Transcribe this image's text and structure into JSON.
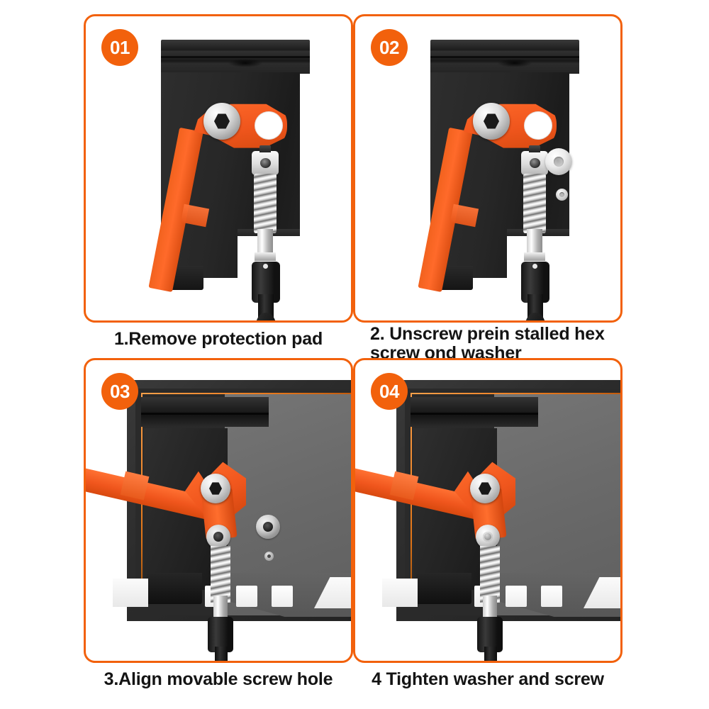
{
  "page": {
    "background_color": "#FFFFFF",
    "accent_color": "#F2610C",
    "arm_color": "#F0561D",
    "text_color": "#141414",
    "layout": "2x2 instruction grid"
  },
  "steps": [
    {
      "badge": "01",
      "caption": "1.Remove protection pad",
      "artwork": {
        "name": "tv-mount-bracket-with-protection-pad",
        "parts": [
          "top-rail",
          "back-plate",
          "orange-lever-arm",
          "pivot-bolt",
          "spring-assembly",
          "pull-tab"
        ]
      }
    },
    {
      "badge": "02",
      "caption": "2. Unscrew prein stalled hex\nscrew ond washer",
      "artwork": {
        "name": "bracket-with-removed-hex-screw-and-washer",
        "parts": [
          "top-rail",
          "back-plate",
          "orange-lever-arm",
          "pivot-bolt",
          "spring-assembly",
          "loose-washer",
          "loose-small-screw"
        ]
      }
    },
    {
      "badge": "03",
      "caption": "3.Align movable screw hole",
      "artwork": {
        "name": "tv-back-with-arm-aligned-to-vesa-hole",
        "parts": [
          "tv-back-panel",
          "orange-lever-arm",
          "pivot-bolt",
          "open-lower-pivot-hole",
          "vesa-mount-hole",
          "small-screw-hole",
          "spring-assembly",
          "spacer-pads"
        ]
      }
    },
    {
      "badge": "04",
      "caption": "4 Tighten washer and screw",
      "artwork": {
        "name": "tv-back-with-washer-and-screw-tightened",
        "parts": [
          "tv-back-panel",
          "orange-lever-arm",
          "pivot-bolt",
          "tightened-washer-and-screw",
          "spring-assembly",
          "spacer-pads"
        ]
      }
    }
  ]
}
